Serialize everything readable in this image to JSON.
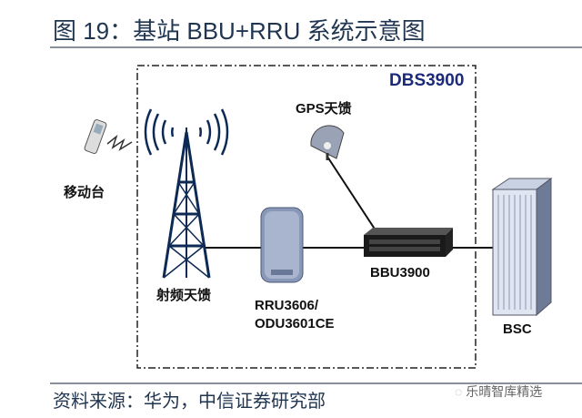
{
  "title": "图 19：基站 BBU+RRU 系统示意图",
  "diagram": {
    "boundary_label": "DBS3900",
    "nodes": {
      "mobile": "移动台",
      "antenna": "射频天馈",
      "rru_line1": "RRU3606/",
      "rru_line2": "ODU3601CE",
      "gps": "GPS天馈",
      "bbu": "BBU3900",
      "bsc": "BSC"
    }
  },
  "source": "资料来源：华为，中信证券研究部",
  "watermark": "乐晴智库精选",
  "colors": {
    "title": "#1f3550",
    "boundary_label": "#1c2a7a"
  }
}
